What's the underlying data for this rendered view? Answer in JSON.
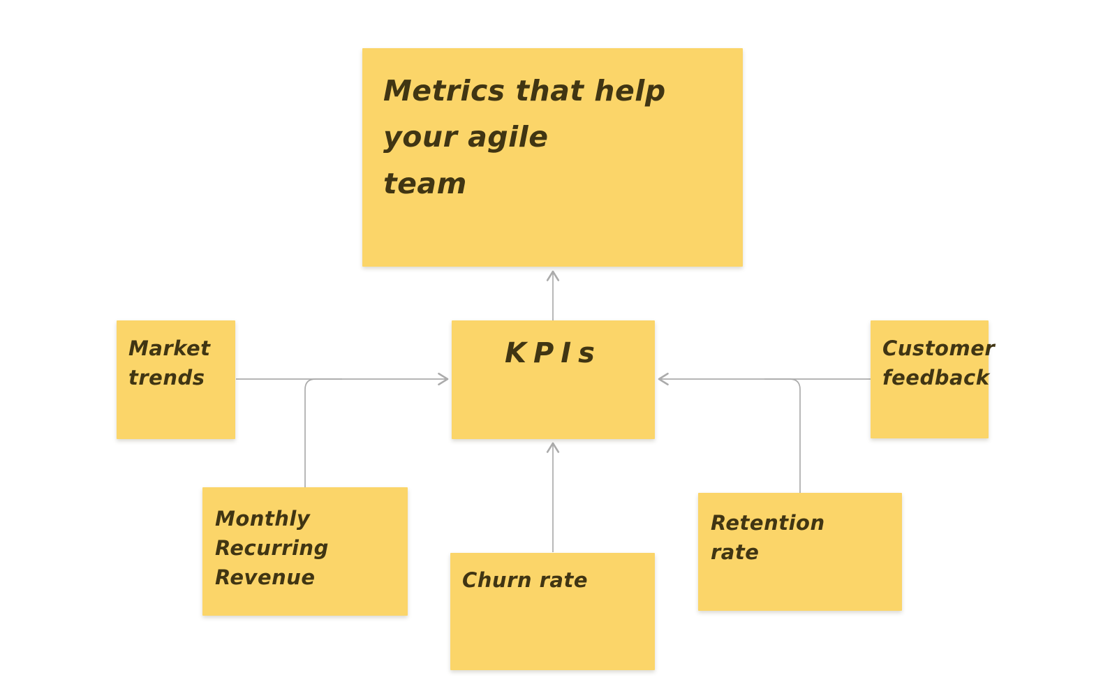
{
  "app": {
    "background_color": "#ffffff",
    "note_color": "#FBD569",
    "text_color": "#403513",
    "connector_color": "#ABABAB"
  },
  "notes": {
    "title": {
      "label": "Metrics that help\nyour agile\nteam"
    },
    "kpis": {
      "label": "KPIs"
    },
    "market_trends": {
      "label": "Market\ntrends"
    },
    "monthly_recurring_revenue": {
      "label": "Monthly\nRecurring\nRevenue"
    },
    "churn_rate": {
      "label": "Churn rate"
    },
    "retention_rate": {
      "label": "Retention\nrate"
    },
    "customer_feedback": {
      "label": "Customer\nfeedback"
    }
  },
  "edges": [
    {
      "from": "kpis",
      "to": "title"
    },
    {
      "from": "market_trends",
      "to": "kpis"
    },
    {
      "from": "monthly_recurring_revenue",
      "to": "kpis"
    },
    {
      "from": "churn_rate",
      "to": "kpis"
    },
    {
      "from": "retention_rate",
      "to": "kpis"
    },
    {
      "from": "customer_feedback",
      "to": "kpis"
    }
  ]
}
